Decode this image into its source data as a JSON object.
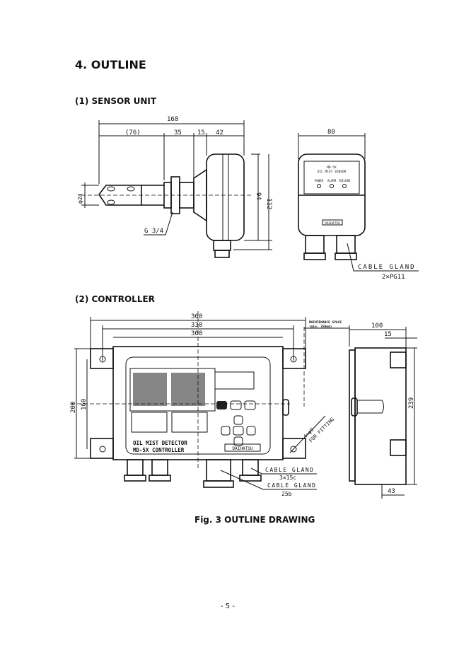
{
  "section_title": "4. OUTLINE",
  "sensor": {
    "heading": "(1) SENSOR UNIT",
    "dims": {
      "total": "168",
      "probe": "(76)",
      "thread": "35",
      "nut": "15",
      "body": "42",
      "diameter": "φ24",
      "height_inner": "94",
      "height_outer": "112",
      "width": "80"
    },
    "thread_label": "G 3/4",
    "front_panel": {
      "model": "MD-5X",
      "name": "OIL MIST SENSOR",
      "leds": [
        "POWER",
        "ALARM",
        "FAILURE"
      ],
      "brand": "DAIHATSU"
    },
    "cable_gland": {
      "label": "CABLE GLAND",
      "spec": "2×PG11"
    }
  },
  "controller": {
    "heading": "(2) CONTROLLER",
    "dims": {
      "w1": "360",
      "w2": "330",
      "w3": "300",
      "h1": "200",
      "h2": "160",
      "depth": "100",
      "depth_small": "15",
      "side_h": "239",
      "bottom": "43"
    },
    "maintenance": {
      "line1": "MAINTENANCE SPACE",
      "line2": "(min. 350mm)"
    },
    "fitting": {
      "holes": "4×φ9",
      "label": "FOR FITTING"
    },
    "panel": {
      "line1": "OIL MIST DETECTOR",
      "line2": "MD-5X CONTROLLER",
      "brand": "DAIHATSU"
    },
    "gland_a": {
      "label": "CABLE GLAND",
      "spec": "3×15c"
    },
    "gland_b": {
      "label": "CABLE GLAND",
      "spec": "25b"
    }
  },
  "caption": "Fig. 3 OUTLINE DRAWING",
  "page_number": "- 5 -"
}
